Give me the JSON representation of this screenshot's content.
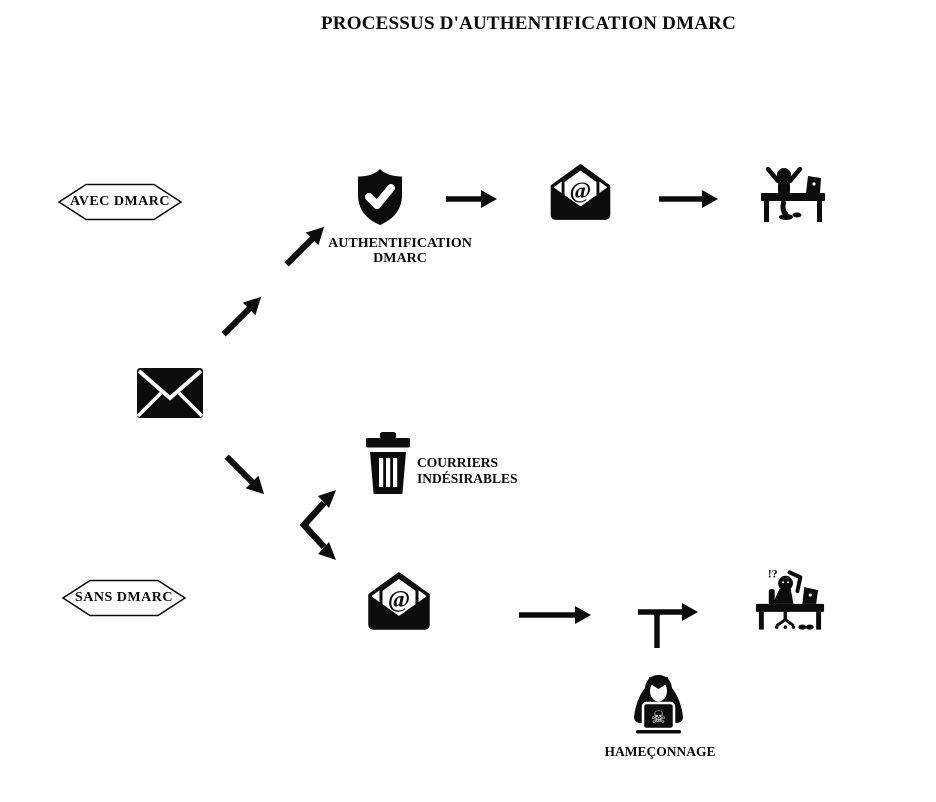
{
  "title": "PROCESSUS D'AUTHENTIFICATION DMARC",
  "badges": {
    "avec": "AVEC DMARC",
    "sans": "SANS DMARC"
  },
  "labels": {
    "authentification": {
      "line1": "AUTHENTIFICATION",
      "line2": "DMARC"
    },
    "courriers": {
      "line1": "COURRIERS",
      "line2": "INDÉSIRABLES"
    },
    "hameconnage": "HAMEÇONNAGE"
  },
  "glyphs": {
    "at": "@",
    "skull": "☠",
    "confusion": "!?"
  },
  "icons": {
    "sealed_email": "sealed-envelope-icon",
    "shield": "shield-check-icon",
    "authenticated_email": "open-email-at-icon",
    "happy_user": "happy-user-desk-icon",
    "trash": "trash-icon",
    "unauthenticated_email": "open-email-at-icon",
    "confused_user": "confused-user-desk-icon",
    "hacker": "hacker-laptop-icon",
    "arrows": "arrow-icon"
  },
  "colors": {
    "ink": "#0c0c0c",
    "background": "#ffffff"
  }
}
